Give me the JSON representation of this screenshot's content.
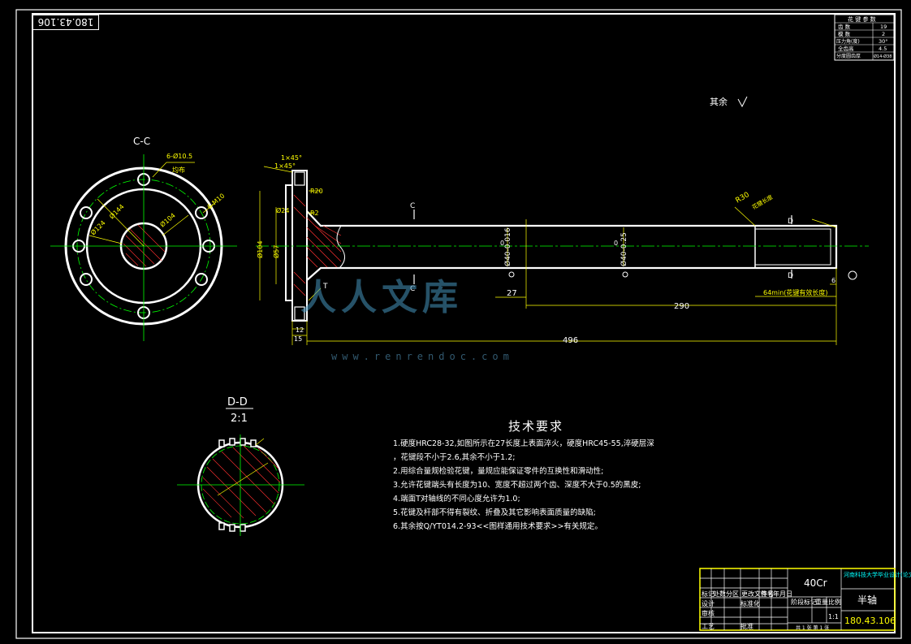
{
  "drawing_number_stamp": "180.43.106",
  "surface_note": "其余",
  "spline_params": {
    "header": "花 键 参 数",
    "rows": [
      {
        "label": "齿 数",
        "value": "19"
      },
      {
        "label": "模 数",
        "value": "2"
      },
      {
        "label": "压力角(度)",
        "value": "30°"
      },
      {
        "label": "全齿高",
        "value": "4.5"
      },
      {
        "label": "分度圆齿厚",
        "value": "Ø14-Ø38"
      }
    ]
  },
  "views": {
    "cc_label": "C-C",
    "dd_label": "D-D",
    "dd_scale": "2:1",
    "section_c": "C",
    "section_d": "D"
  },
  "dims": {
    "d124": "Ø124",
    "d144": "Ø144",
    "d104_flange": "Ø104",
    "m10": "6-M10",
    "holes": "6-Ø10.5",
    "holes_note": "均布",
    "chamfer1": "1×45°",
    "chamfer2": "1×45°",
    "r20": "R20",
    "r2": "R2",
    "d104": "Ø104",
    "d57": "Ø57",
    "d24": "Ø24",
    "shaft1": "Ø40-0.016",
    "shaft2": "Ø40-0.25",
    "zero1": "0",
    "zero2": "0",
    "len27": "27",
    "len290": "290",
    "len496": "496",
    "len15": "15",
    "len12": "12",
    "len64": "64min(花键有效长度)",
    "r30": "R30",
    "r30_note": "花键长度",
    "len6": "6",
    "t_label": "T"
  },
  "tech_title": "技术要求",
  "tech_lines": [
    "1.硬度HRC28-32,如图所示在27长度上表面淬火，硬度HRC45-55,淬硬层深",
    "    ，花键段不小于2.6,其余不小于1.2;",
    "2.用综合量规检验花键，量规应能保证零件的互换性和滑动性;",
    "3.允许花键端头有长度为10、宽度不超过两个齿、深度不大于0.5的黑皮;",
    "4.端面T对轴线的不同心度允许为1.0;",
    "5.花键及杆部不得有裂纹、折叠及其它影响表面质量的缺陷;",
    "6.其余按Q/YT014.2-93<<图样通用技术要求>>有关规定。"
  ],
  "title_block": {
    "material": "40Cr",
    "school": "河南科技大学毕业设计(论文)",
    "part_name": "半轴",
    "drawing_no": "180.43.106",
    "sheet_info": "共 1 张  第 1 张",
    "scale_label": "比例",
    "weight_label": "重量",
    "stage_label": "阶段标记",
    "row_labels": [
      "标记",
      "处数",
      "分区",
      "更改文件号",
      "签名",
      "年月日"
    ],
    "design_label": "设计",
    "check_label": "审核",
    "process_label": "工艺",
    "std_label": "标准化",
    "approve_label": "批准",
    "scale_value": "1:1"
  },
  "watermark": {
    "text": "人人文库",
    "url": "www.renrendoc.com"
  }
}
